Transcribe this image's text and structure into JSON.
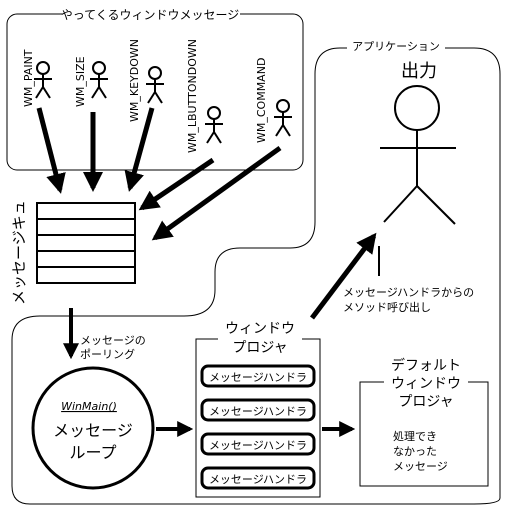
{
  "incoming": {
    "title": "やってくるウィンドウメッセージ",
    "messages": [
      "WM_PAINT",
      "WM_SIZE",
      "WM_KEYDOWN",
      "WM_LBUTTONDOWN",
      "WM_COMMAND"
    ]
  },
  "queue": {
    "label": "メッセージキュ"
  },
  "application": {
    "title": "アプリケーション"
  },
  "output": {
    "label": "出力"
  },
  "handler_call": {
    "line1": "メッセージハンドラからの",
    "line2": "メソッド呼び出し"
  },
  "polling": {
    "line1": "メッセージの",
    "line2": "ポーリング"
  },
  "loop": {
    "winmain": "WinMain()",
    "line1": "メッセージ",
    "line2": "ループ"
  },
  "window_proc": {
    "title_line1": "ウィンドウ",
    "title_line2": "プロジャ",
    "handlers": [
      "メッセージハンドラ",
      "メッセージハンドラ",
      "メッセージハンドラ",
      "メッセージハンドラ"
    ]
  },
  "default_proc": {
    "title_line1": "デフォルト",
    "title_line2": "ウィンドウ",
    "title_line3": "プロジャ",
    "note_line1": "処理でき",
    "note_line2": "なかった",
    "note_line3": "メッセージ"
  }
}
